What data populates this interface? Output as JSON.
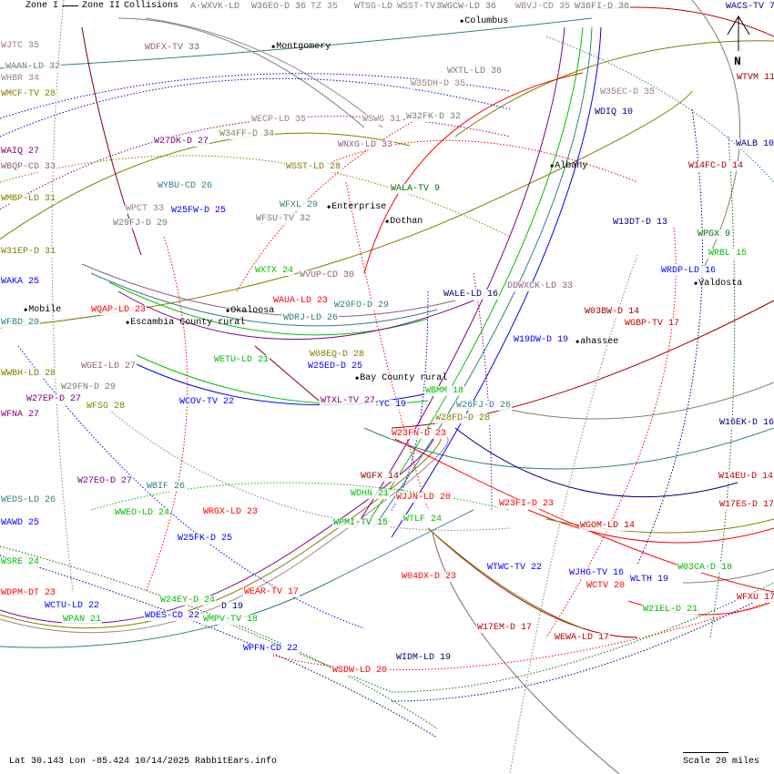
{
  "legend": {
    "zone1": "Zone I",
    "zone2": "Zone II",
    "collisions": "Collisions"
  },
  "north_label": "N",
  "footer": {
    "status": "Lat 30.143 Lon -85.424 10/14/2025 RabbitEars.info",
    "scale": "Scale 20 miles"
  },
  "colors": {
    "red": "#ff0000",
    "darkred": "#a00000",
    "blue": "#0000ff",
    "navy": "#000080",
    "green": "#00c000",
    "darkgreen": "#007000",
    "olive": "#808000",
    "purple": "#800080",
    "teal": "#308080",
    "rosy": "#a08080",
    "gray": "#708070"
  },
  "places": [
    "Montgomery",
    "Columbus",
    "Albany",
    "Enterprise",
    "Dothan",
    "Okaloosa",
    "Mobile",
    "Escambia County rural",
    "Bay County rural",
    "ahassee",
    "Valdosta"
  ],
  "stations": [
    {
      "label": "A-WXVK-LD",
      "color": "#708070"
    },
    {
      "label": "W36EO-D 36",
      "color": "#708070"
    },
    {
      "label": "TZ 35",
      "color": "#a08080"
    },
    {
      "label": "WTSG-LD",
      "color": "#808080"
    },
    {
      "label": "WSST-TV",
      "color": "#808080"
    },
    {
      "label": "3WGCW-LD 36",
      "color": "#708070"
    },
    {
      "label": "WBVJ-CD 35",
      "color": "#a08080"
    },
    {
      "label": "W36FI-D 36",
      "color": "#708070"
    },
    {
      "label": "WACS-TV 7",
      "color": "#000080"
    },
    {
      "label": "WTVM 11",
      "color": "#a00000"
    },
    {
      "label": "WJTC 35",
      "color": "#a08080"
    },
    {
      "label": "WAAN-LD 32",
      "color": "#708070"
    },
    {
      "label": "WHBR 34",
      "color": "#a08080"
    },
    {
      "label": "WMCF-TV 28",
      "color": "#808000"
    },
    {
      "label": "WDFX-TV 33",
      "color": "#906080"
    },
    {
      "label": "WXTL-LD 36",
      "color": "#708070"
    },
    {
      "label": "W35DH-D 35",
      "color": "#a08080"
    },
    {
      "label": "W35EC-D 35",
      "color": "#a08080"
    },
    {
      "label": "WDIQ 10",
      "color": "#000080"
    },
    {
      "label": "WECP-LD 35",
      "color": "#a08080"
    },
    {
      "label": "W27DK-D 27",
      "color": "#800080"
    },
    {
      "label": "W34FF-D 34",
      "color": "#808060"
    },
    {
      "label": "WSWG 31",
      "color": "#a08080"
    },
    {
      "label": "W32FK-D 32",
      "color": "#708070"
    },
    {
      "label": "WNXG-LD 33",
      "color": "#906080"
    },
    {
      "label": "WALB 10",
      "color": "#000080"
    },
    {
      "label": "WAIQ 27",
      "color": "#800080"
    },
    {
      "label": "WBQP-CD 33",
      "color": "#906080"
    },
    {
      "label": "WSST-LD 28",
      "color": "#808000"
    },
    {
      "label": "W14FC-D 14",
      "color": "#a00000"
    },
    {
      "label": "WALA-TV 9",
      "color": "#007000"
    },
    {
      "label": "WYBU-CD 26",
      "color": "#308080"
    },
    {
      "label": "W25FW-D 25",
      "color": "#0000ff"
    },
    {
      "label": "WFXL 29",
      "color": "#308080"
    },
    {
      "label": "WPCT 33",
      "color": "#a08080"
    },
    {
      "label": "WFSU-TV 32",
      "color": "#708070"
    },
    {
      "label": "W29FJ-D 29",
      "color": "#708070"
    },
    {
      "label": "WMBP-LD 31",
      "color": "#808000"
    },
    {
      "label": "W13DT-D 13",
      "color": "#000080"
    },
    {
      "label": "WPGX 9",
      "color": "#007000"
    },
    {
      "label": "WRBL 15",
      "color": "#00c000"
    },
    {
      "label": "W31EP-D 31",
      "color": "#808000"
    },
    {
      "label": "WXTX 24",
      "color": "#00c000"
    },
    {
      "label": "WVUP-CD 30",
      "color": "#906080"
    },
    {
      "label": "WRDP-LD 16",
      "color": "#0000ff"
    },
    {
      "label": "WAKA 25",
      "color": "#0000ff"
    },
    {
      "label": "DDWXCK-LD 33",
      "color": "#906080"
    },
    {
      "label": "WALE-LD 16",
      "color": "#000080"
    },
    {
      "label": "WAUA-LD 23",
      "color": "#ff0000"
    },
    {
      "label": "W29FO-D 29",
      "color": "#308080"
    },
    {
      "label": "WDRJ-LD 26",
      "color": "#308080"
    },
    {
      "label": "WFBD 29",
      "color": "#308080"
    },
    {
      "label": "WQAP-LD 23",
      "color": "#ff0000"
    },
    {
      "label": "W03BW-D 14",
      "color": "#a00000"
    },
    {
      "label": "WGBP-TV 17",
      "color": "#c00000"
    },
    {
      "label": "W19DW-D 19",
      "color": "#0000ff"
    },
    {
      "label": "W08EQ-D 28",
      "color": "#808000"
    },
    {
      "label": "WETU-LD 21",
      "color": "#00c000"
    },
    {
      "label": "W25ED-D 25",
      "color": "#0000ff"
    },
    {
      "label": "WWBH-LD 28",
      "color": "#808000"
    },
    {
      "label": "WGEI-LD 27",
      "color": "#906080"
    },
    {
      "label": "W29FN-D 29",
      "color": "#708070"
    },
    {
      "label": "WBMM 18",
      "color": "#00c000"
    },
    {
      "label": "W27EP-D 27",
      "color": "#800080"
    },
    {
      "label": "WFSG 28",
      "color": "#808000"
    },
    {
      "label": "WCOV-TV 22",
      "color": "#0000ff"
    },
    {
      "label": "WTXL-TV 27",
      "color": "#800080"
    },
    {
      "label": "YC 19",
      "color": "#0000ff"
    },
    {
      "label": "W26FJ-D 26",
      "color": "#308080"
    },
    {
      "label": "WFNA 27",
      "color": "#800080"
    },
    {
      "label": "W28FD-D 28",
      "color": "#808000"
    },
    {
      "label": "W16EK-D 16",
      "color": "#000080"
    },
    {
      "label": "W23FN-D 23",
      "color": "#ff0000"
    },
    {
      "label": "WGFX 14",
      "color": "#a00000"
    },
    {
      "label": "W14EU-D 14",
      "color": "#c00000"
    },
    {
      "label": "W27EO-D 27",
      "color": "#800080"
    },
    {
      "label": "WBIF 26",
      "color": "#308080"
    },
    {
      "label": "WDHN 21",
      "color": "#00c000"
    },
    {
      "label": "WJJN-LD 20",
      "color": "#ff0000"
    },
    {
      "label": "WEDS-LD 26",
      "color": "#308080"
    },
    {
      "label": "W23FI-D 23",
      "color": "#ff0000"
    },
    {
      "label": "W17ES-D 17",
      "color": "#c00000"
    },
    {
      "label": "WWEO-LD 24",
      "color": "#00c000"
    },
    {
      "label": "WRGX-LD 23",
      "color": "#ff0000"
    },
    {
      "label": "WTLF 24",
      "color": "#00c000"
    },
    {
      "label": "WPMI-TV 15",
      "color": "#00a000"
    },
    {
      "label": "WGOM-LD 14",
      "color": "#c00000"
    },
    {
      "label": "WAWD 25",
      "color": "#0000ff"
    },
    {
      "label": "W25FK-D 25",
      "color": "#0000ff"
    },
    {
      "label": "WSRE 24",
      "color": "#00c000"
    },
    {
      "label": "WTWC-TV 22",
      "color": "#0000ff"
    },
    {
      "label": "WJHG-TV 16",
      "color": "#0000ff"
    },
    {
      "label": "W03CA-D 18",
      "color": "#00c000"
    },
    {
      "label": "WLTH 19",
      "color": "#0000ff"
    },
    {
      "label": "W04DX-D 23",
      "color": "#ff0000"
    },
    {
      "label": "WCTV 20",
      "color": "#ff0000"
    },
    {
      "label": "WDPM-DT 23",
      "color": "#ff0000"
    },
    {
      "label": "WEAR-TV 17",
      "color": "#ff0000"
    },
    {
      "label": "WFXU 17",
      "color": "#c00000"
    },
    {
      "label": "WCTU-LD 22",
      "color": "#0000ff"
    },
    {
      "label": "W24EY-D 24",
      "color": "#00c000"
    },
    {
      "label": "W21EL-D 21",
      "color": "#00c000"
    },
    {
      "label": "WPAN 21",
      "color": "#00c000"
    },
    {
      "label": "WDES-CD 22",
      "color": "#0000ff"
    },
    {
      "label": "D 19",
      "color": "#000080"
    },
    {
      "label": "WMPV-TV 18",
      "color": "#00c000"
    },
    {
      "label": "W17EM-D 17",
      "color": "#c00000"
    },
    {
      "label": "WEWA-LD 17",
      "color": "#c00000"
    },
    {
      "label": "WPFN-CD 22",
      "color": "#0000ff"
    },
    {
      "label": "WIDM-LD 19",
      "color": "#000080"
    },
    {
      "label": "WSDW-LD 20",
      "color": "#ff0000"
    }
  ]
}
